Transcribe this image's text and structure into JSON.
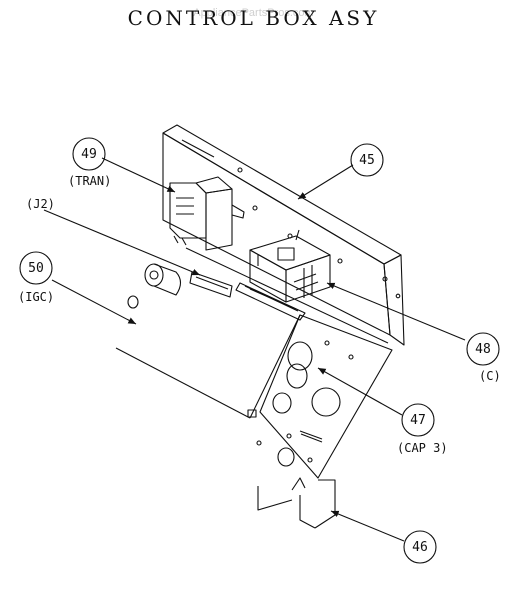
{
  "title": "CONTROL BOX ASY",
  "watermark": "AppliancePartsPros.com",
  "callouts": [
    {
      "id": "c49",
      "number": "49",
      "sublabel": "(TRAN)"
    },
    {
      "id": "c45",
      "number": "45",
      "sublabel": ""
    },
    {
      "id": "c50",
      "number": "50",
      "sublabel": "(IGC)"
    },
    {
      "id": "c48",
      "number": "48",
      "sublabel": "(C)"
    },
    {
      "id": "c47",
      "number": "47",
      "sublabel": "(CAP 3)"
    },
    {
      "id": "c46",
      "number": "46",
      "sublabel": ""
    }
  ],
  "labels": {
    "j2": "(J2)"
  }
}
